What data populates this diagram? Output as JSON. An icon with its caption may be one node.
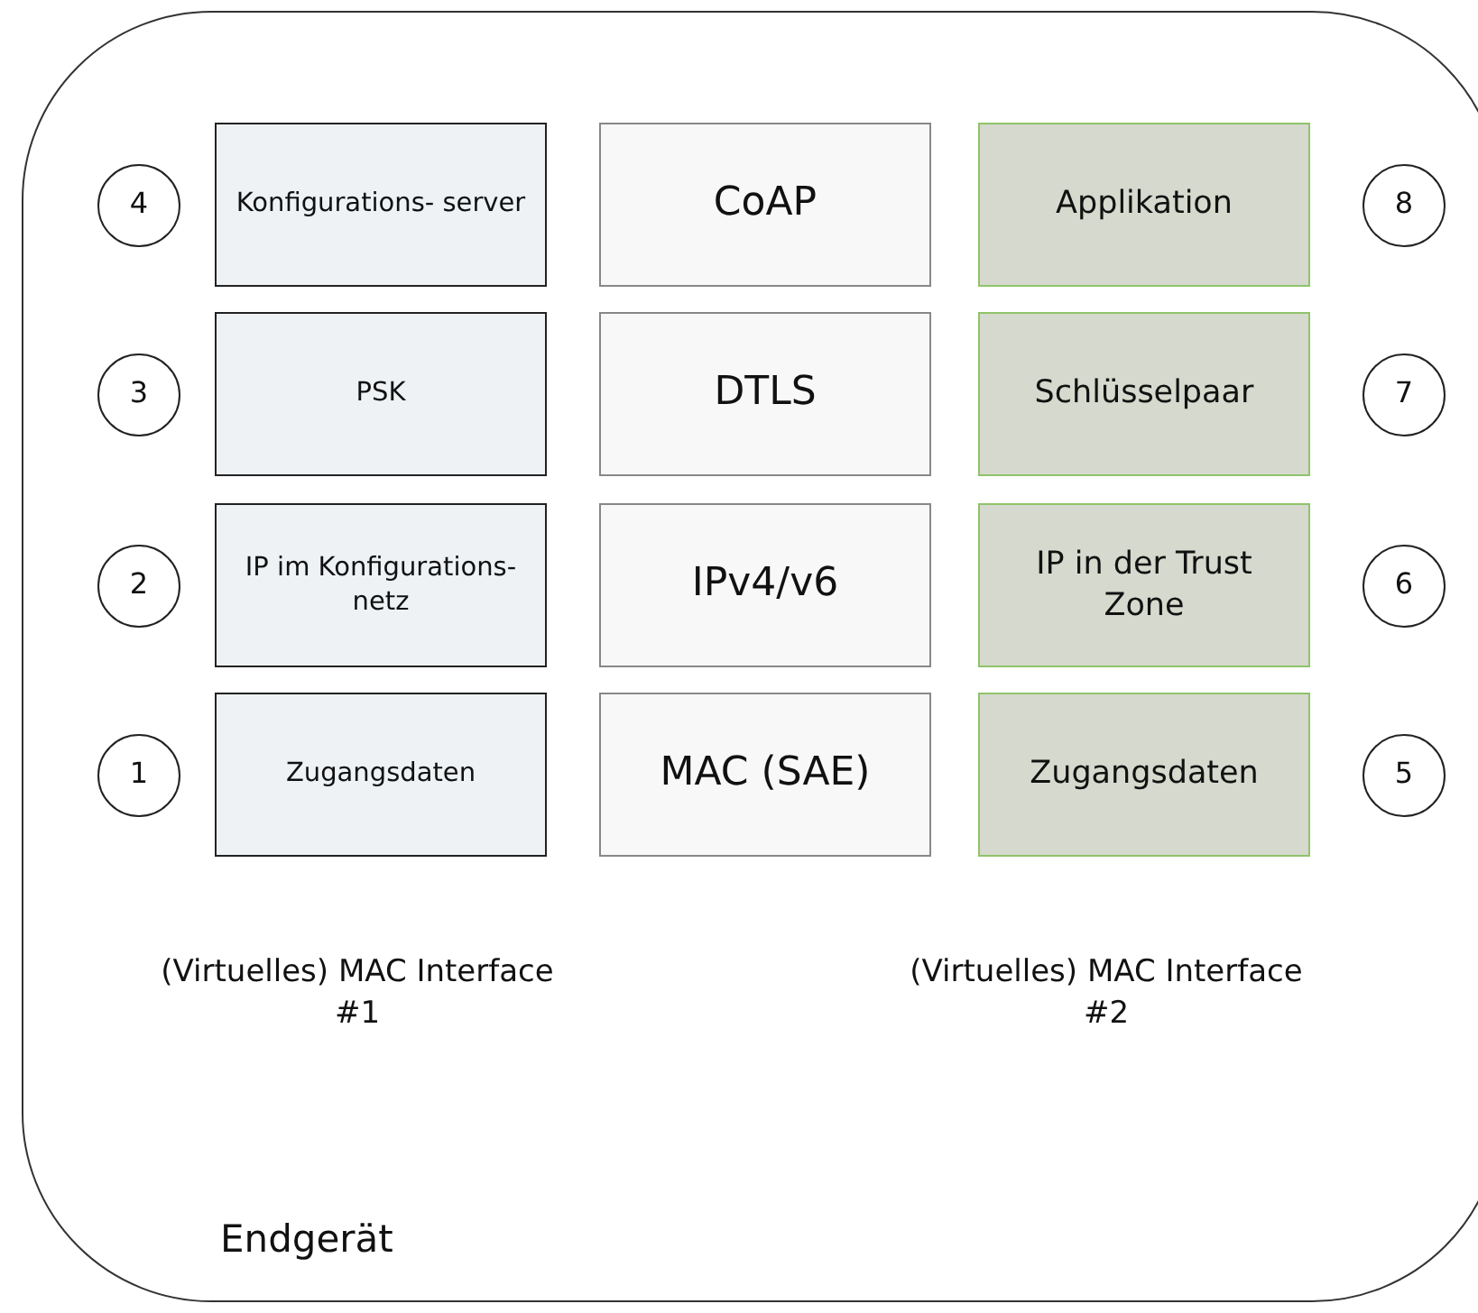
{
  "diagram": {
    "nodes": [
      {
        "text": [
          "Endgerät"
        ]
      },
      {
        "text": [
          "4"
        ],
        "in": 0
      },
      {
        "text": [
          "Konfigurations- server"
        ],
        "in": 0
      },
      {
        "text": [
          "CoAP"
        ],
        "in": 0
      },
      {
        "text": [
          "Applikation"
        ],
        "in": 0
      },
      {
        "text": [
          "8"
        ],
        "in": 0
      },
      {
        "text": [
          "3"
        ],
        "in": 0
      },
      {
        "text": [
          "PSK"
        ],
        "in": 0
      },
      {
        "text": [
          "DTLS"
        ],
        "in": 0
      },
      {
        "text": [
          "Schlüsselpaar"
        ],
        "in": 0
      },
      {
        "text": [
          "7"
        ],
        "in": 0
      },
      {
        "text": [
          "2"
        ],
        "in": 0
      },
      {
        "text": [
          "IP im Konfigurations- netz"
        ],
        "in": 0
      },
      {
        "text": [
          "IPv4/v6"
        ],
        "in": 0
      },
      {
        "text": [
          "IP in der Trust Zone"
        ],
        "in": 0
      },
      {
        "text": [
          "6"
        ],
        "in": 0
      },
      {
        "text": [
          "1"
        ],
        "in": 0
      },
      {
        "text": [
          "Zugangsdaten"
        ],
        "in": 0
      },
      {
        "text": [
          "MAC (SAE)"
        ],
        "in": 0
      },
      {
        "text": [
          "Zugangsdaten"
        ],
        "in": 0
      },
      {
        "text": [
          "5"
        ],
        "in": 0
      }
    ],
    "labels": [
      "(Virtuelles) MAC Interface #1",
      "(Virtuelles) MAC Interface #2"
    ]
  }
}
